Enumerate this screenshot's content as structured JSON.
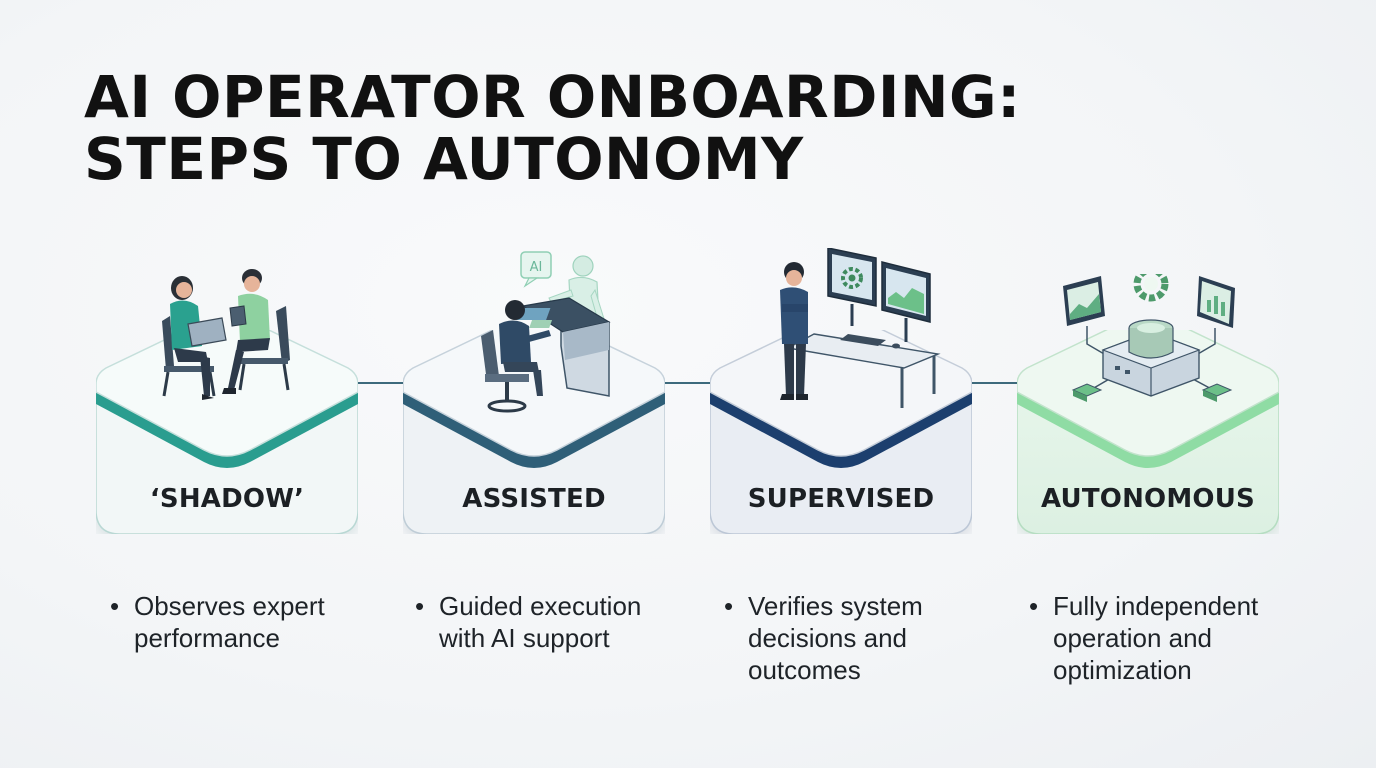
{
  "title": {
    "line1": "AI OPERATOR ONBOARDING:",
    "line2": "STEPS TO AUTONOMY"
  },
  "stages": [
    {
      "label": "‘SHADOW’",
      "description": "Observes expert performance",
      "accent": "#2a9d8f",
      "fill_top": "#eef6f5",
      "fill_bottom": "#f2f7f7"
    },
    {
      "label": "ASSISTED",
      "description": "Guided execution with AI support",
      "accent": "#2f5f78",
      "fill_top": "#eef2f5",
      "fill_bottom": "#eef2f5"
    },
    {
      "label": "SUPERVISED",
      "description": "Verifies system decisions and outcomes",
      "accent": "#1c3f6e",
      "fill_top": "#eef1f6",
      "fill_bottom": "#e9edf3"
    },
    {
      "label": "AUTONOMOUS",
      "description": "Fully independent operation and optimization",
      "accent": "#6ccf8a",
      "fill_top": "#eaf7ee",
      "fill_bottom": "#e3f3e8"
    }
  ],
  "illustrations": {
    "ai_badge": "AI"
  }
}
